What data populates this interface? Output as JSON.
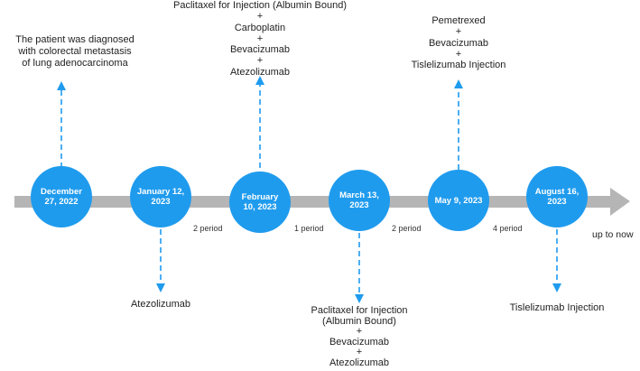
{
  "timeline": {
    "nodes": [
      {
        "label": "December 27, 2022"
      },
      {
        "label": "January 12, 2023"
      },
      {
        "label": "February 10, 2023"
      },
      {
        "label": "March 13, 2023"
      },
      {
        "label": "May 9, 2023"
      },
      {
        "label": "August 16, 2023"
      }
    ],
    "periods": [
      "2 period",
      "1 period",
      "2 period",
      "4 period"
    ],
    "end_label": "up to now"
  },
  "annotations": {
    "diagnosis": [
      "The patient was diagnosed",
      "with colorectal metastasis",
      "of lung adenocarcinoma"
    ],
    "jan": [
      "Atezolizumab"
    ],
    "feb": [
      "Paclitaxel for Injection (Albumin Bound)",
      "+",
      "Carboplatin",
      "+",
      "Bevacizumab",
      "+",
      "Atezolizumab"
    ],
    "mar": [
      "Paclitaxel for Injection",
      "(Albumin Bound)",
      "+",
      "Bevacizumab",
      "+",
      "Atezolizumab"
    ],
    "may": [
      "Pemetrexed",
      "+",
      "Bevacizumab",
      "+",
      "Tislelizumab Injection"
    ],
    "aug": [
      "Tislelizumab Injection"
    ]
  },
  "colors": {
    "node": "#1f9bee",
    "arrow": "#1f9bee",
    "bar": "#b5b5b5"
  }
}
